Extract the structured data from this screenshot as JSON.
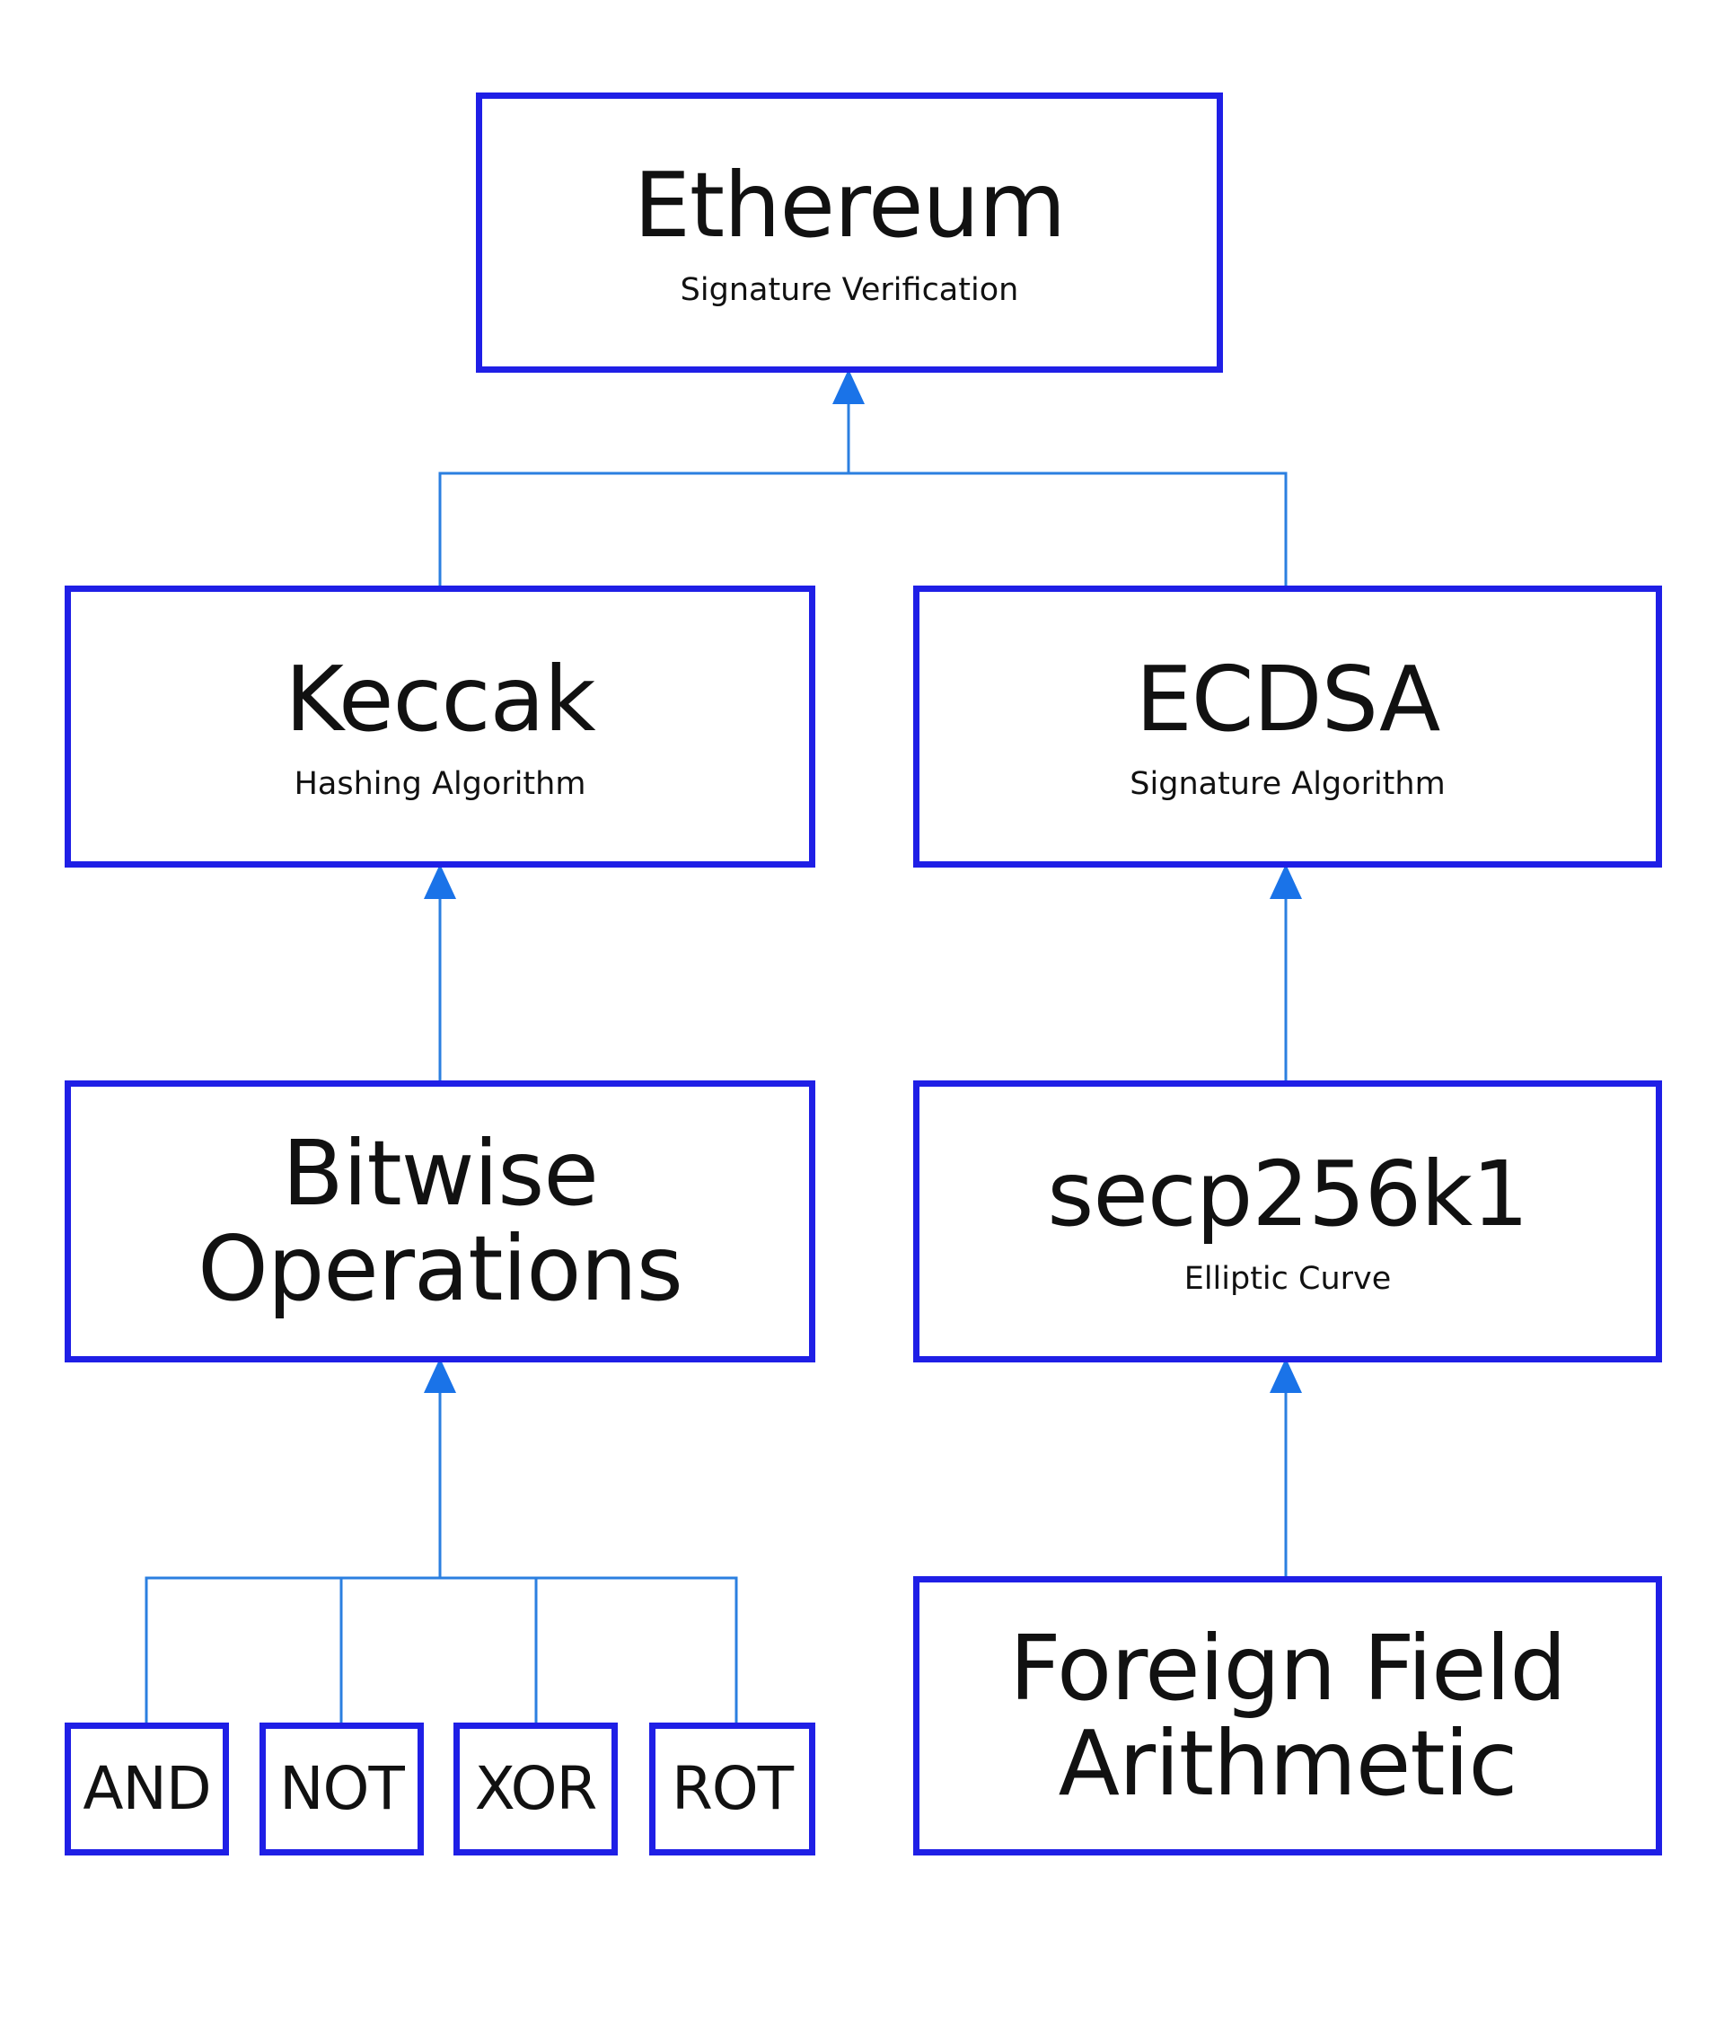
{
  "colors": {
    "box_border": "#1f1fe6",
    "connector": "#2b7fe0",
    "arrowhead": "#1a73e8",
    "text": "#111111",
    "background": "#ffffff"
  },
  "nodes": {
    "ethereum": {
      "title": "Ethereum",
      "subtitle": "Signature Verification"
    },
    "keccak": {
      "title": "Keccak",
      "subtitle": "Hashing Algorithm"
    },
    "ecdsa": {
      "title": "ECDSA",
      "subtitle": "Signature Algorithm"
    },
    "bitwise": {
      "title_line1": "Bitwise",
      "title_line2": "Operations"
    },
    "secp256k1": {
      "title": "secp256k1",
      "subtitle": "Elliptic Curve"
    },
    "foreign_field": {
      "title_line1": "Foreign Field",
      "title_line2": "Arithmetic"
    },
    "and": {
      "title": "AND"
    },
    "not": {
      "title": "NOT"
    },
    "xor": {
      "title": "XOR"
    },
    "rot": {
      "title": "ROT"
    }
  },
  "edges": [
    {
      "from": "keccak",
      "to": "ethereum"
    },
    {
      "from": "ecdsa",
      "to": "ethereum"
    },
    {
      "from": "bitwise",
      "to": "keccak"
    },
    {
      "from": "secp256k1",
      "to": "ecdsa"
    },
    {
      "from": "and",
      "to": "bitwise"
    },
    {
      "from": "not",
      "to": "bitwise"
    },
    {
      "from": "xor",
      "to": "bitwise"
    },
    {
      "from": "rot",
      "to": "bitwise"
    },
    {
      "from": "foreign_field",
      "to": "secp256k1"
    }
  ]
}
